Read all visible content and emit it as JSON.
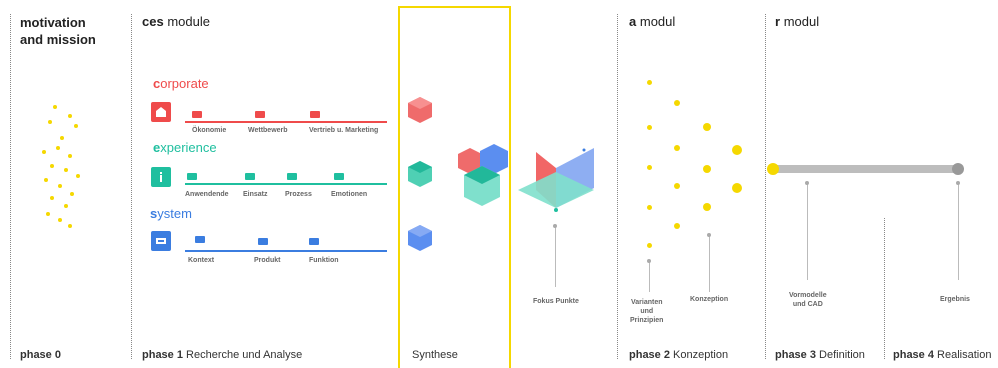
{
  "headers": {
    "motivation": "motivation\nand mission",
    "ces_bold": "ces",
    "ces_rest": "module",
    "a_bold": "a",
    "a_rest": "modul",
    "r_bold": "r",
    "r_rest": "modul"
  },
  "phases": {
    "p0_bold": "phase 0",
    "p1_bold": "phase 1",
    "p1_rest": "Recherche und Analyse",
    "synthese": "Synthese",
    "p2_bold": "phase 2",
    "p2_rest": "Konzeption",
    "p3_bold": "phase 3",
    "p3_rest": "Definition",
    "p4_bold": "phase 4",
    "p4_rest": "Realisation"
  },
  "categories": {
    "corporate_first": "c",
    "corporate_rest": "orporate",
    "experience_first": "e",
    "experience_rest": "xperience",
    "system_first": "s",
    "system_rest": "ystem"
  },
  "corporate_items": [
    "Ökonomie",
    "Wettbewerb",
    "Vertrieb u. Marketing"
  ],
  "experience_items": [
    "Anwendende",
    "Einsatz",
    "Prozess",
    "Emotionen"
  ],
  "system_items": [
    "Kontext",
    "Produkt",
    "Funktion"
  ],
  "labels": {
    "fokus": "Fokus Punkte",
    "varianten": "Varianten\nund\nPrinzipien",
    "konzeption": "Konzeption",
    "vormodelle": "Vormodelle\nund CAD",
    "ergebnis": "Ergebnis"
  },
  "colors": {
    "corporate": "#ef4b4b",
    "experience": "#1fbf9f",
    "system": "#3b7de0",
    "yellow": "#f5d800"
  }
}
